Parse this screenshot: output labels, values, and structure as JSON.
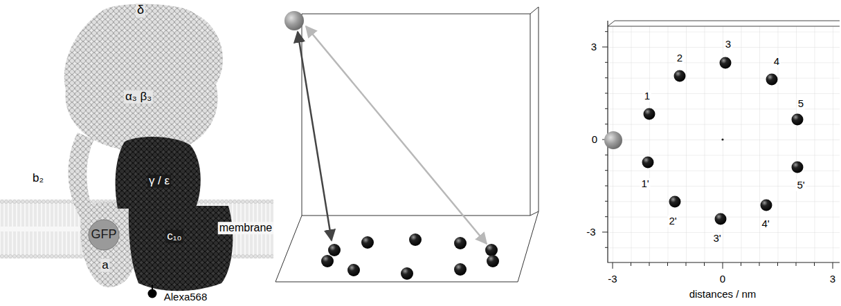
{
  "diagram": {
    "nodes": [
      {
        "text": [
          "GFP"
        ]
      }
    ],
    "labels": [
      "δ",
      "α₃ β₃",
      "b₂",
      "γ / ε",
      "a",
      "c₁₀",
      "membrane",
      "Alexa568",
      "3",
      "0",
      "-3",
      "-3",
      "0",
      "3",
      "distances / nm",
      "1",
      "2",
      "3",
      "4",
      "5",
      "1'",
      "2'",
      "3'",
      "4'",
      "5'"
    ]
  }
}
